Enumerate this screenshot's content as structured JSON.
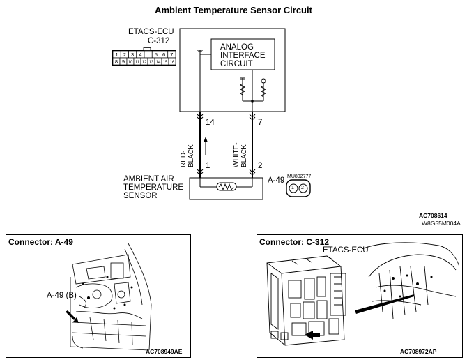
{
  "title": "Ambient Temperature Sensor Circuit",
  "ecu": {
    "name": "ETACS-ECU",
    "connector": "C-312",
    "pins_row1": [
      "1",
      "2",
      "3",
      "4",
      "",
      "5",
      "6",
      "7"
    ],
    "pins_row2": [
      "8",
      "9",
      "10",
      "11",
      "12",
      "13",
      "14",
      "15",
      "16"
    ],
    "interface_line1": "ANALOG",
    "interface_line2": "INTERFACE",
    "interface_line3": "CIRCUIT",
    "pin_a": "14",
    "pin_b": "7"
  },
  "wires": {
    "left_color": "RED-BLACK",
    "right_color": "WHITE-BLACK"
  },
  "sensor": {
    "line1": "AMBIENT AIR",
    "line2": "TEMPERATURE",
    "line3": "SENSOR",
    "pin_a": "1",
    "pin_b": "2",
    "connector": "A-49",
    "part_number": "MU802777",
    "connector_pins": [
      "1",
      "2"
    ]
  },
  "codes": {
    "diagram_id": "AC708614",
    "diagram_sub": "W8G55M004A"
  },
  "panel_left": {
    "title": "Connector: A-49",
    "callout": "A-49 (B)",
    "code": "AC708949AE"
  },
  "panel_right": {
    "title": "Connector: C-312",
    "subtitle": "ETACS-ECU",
    "code": "AC708972AP"
  }
}
